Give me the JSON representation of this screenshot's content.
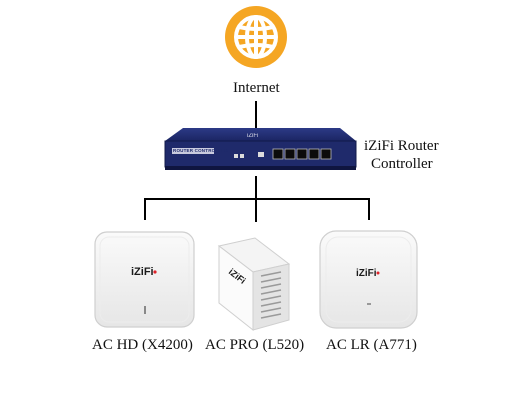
{
  "internet": {
    "label": "Internet",
    "icon": "globe-icon",
    "icon_color": "#F5A623"
  },
  "router": {
    "label_line1": "iZiFi Router",
    "label_line2": "Controller",
    "panel_text": "ROUTER CONTROLLER",
    "brand": "iZiFi",
    "body_color": "#1F2A6B"
  },
  "devices": [
    {
      "label": "AC HD (X4200)",
      "brand": "iZiFi"
    },
    {
      "label": "AC PRO (L520)",
      "brand": "iZiFi"
    },
    {
      "label": "AC LR (A771)",
      "brand": "iZiFi"
    }
  ],
  "colors": {
    "line": "#000000",
    "logo_red": "#E0242B"
  }
}
